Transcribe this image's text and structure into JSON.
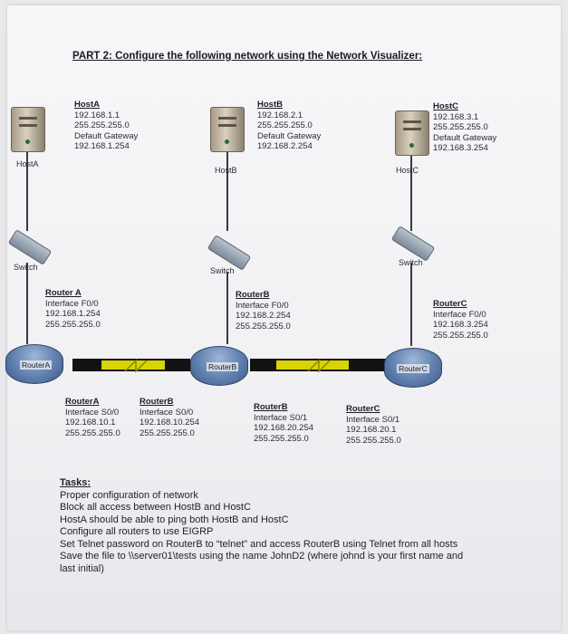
{
  "title": "PART 2: Configure the following network using the Network Visualizer:",
  "hosts": [
    {
      "name": "HostA",
      "ip": "192.168.1.1",
      "mask": "255.255.255.0",
      "gw_label": "Default Gateway",
      "gw": "192.168.1.254",
      "device_label": "HostA"
    },
    {
      "name": "HostB",
      "ip": "192.168.2.1",
      "mask": "255.255.255.0",
      "gw_label": "Default Gateway",
      "gw": "192.168.2.254",
      "device_label": "HostB"
    },
    {
      "name": "HostC",
      "ip": "192.168.3.1",
      "mask": "255.255.255.0",
      "gw_label": "Default Gateway",
      "gw": "192.168.3.254",
      "device_label": "HostC"
    }
  ],
  "switches": [
    "Switch",
    "Switch",
    "Switch"
  ],
  "lan_interfaces": [
    {
      "name": "Router A",
      "iface": "Interface F0/0",
      "ip": "192.168.1.254",
      "mask": "255.255.255.0"
    },
    {
      "name": "RouterB",
      "iface": "Interface F0/0",
      "ip": "192.168.2.254",
      "mask": "255.255.255.0"
    },
    {
      "name": "RouterC",
      "iface": "Interface F0/0",
      "ip": "192.168.3.254",
      "mask": "255.255.255.0"
    }
  ],
  "routers": [
    "RouterA",
    "RouterB",
    "RouterC"
  ],
  "wan_interfaces": [
    {
      "name": "RouterA",
      "iface": "Interface S0/0",
      "ip": "192.168.10.1",
      "mask": "255.255.255.0"
    },
    {
      "name": "RouterB",
      "iface": "Interface S0/0",
      "ip": "192.168.10.254",
      "mask": "255.255.255.0"
    },
    {
      "name": "RouterB",
      "iface": "Interface S0/1",
      "ip": "192.168.20.254",
      "mask": "255.255.255.0"
    },
    {
      "name": "RouterC",
      "iface": "Interface S0/1",
      "ip": "192.168.20.1",
      "mask": "255.255.255.0"
    }
  ],
  "tasks": {
    "heading": "Tasks:",
    "lines": [
      "Proper configuration of network",
      "Block all access between HostB and HostC",
      "HostA should be able to ping both HostB and HostC",
      "Configure all routers to use EIGRP",
      "Set Telnet password on RouterB to “telnet” and access RouterB using Telnet from all hosts",
      "Save the file to \\\\server01\\tests using the name JohnD2 (where johnd is your first name and",
      "last initial)"
    ]
  },
  "colors": {
    "serial_link": "#d8d400",
    "cable": "#3a3a44",
    "router": "#5f7fae"
  }
}
